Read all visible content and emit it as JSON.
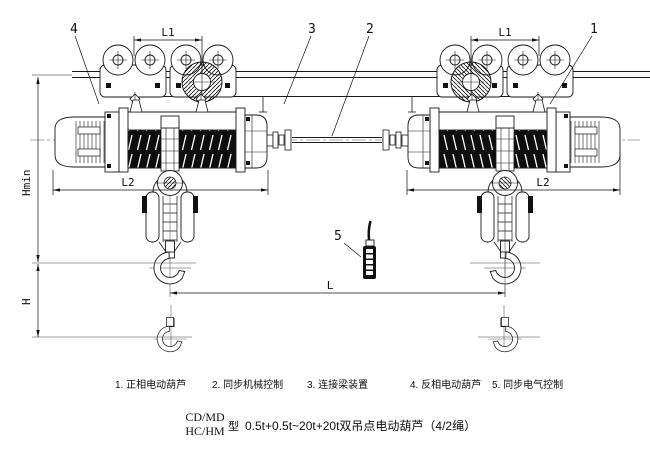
{
  "drawing": {
    "part_callouts": {
      "right_hoist": "1",
      "sync_shaft": "2",
      "connecting_beam": "3",
      "left_hoist": "4",
      "pendant": "5"
    },
    "dimensions": {
      "l1_left": "L1",
      "l1_right": "L1",
      "l2_left": "L2",
      "l2_right": "L2",
      "span": "L",
      "lift": "H",
      "headroom": "Hmin"
    }
  },
  "legend": {
    "items": [
      "1. 正相电动葫芦",
      "2. 同步机械控制",
      "3. 连接梁装置",
      "4. 反相电动葫芦",
      "5. 同步电气控制"
    ]
  },
  "title_block": {
    "model_top": "CD/MD",
    "model_bottom": "HC/HM",
    "type_label": "型",
    "description": "0.5t+0.5t~20t+20t双吊点电动葫芦（4/2绳）"
  },
  "colors": {
    "ink": "#1a1a1a",
    "paper": "#ffffff"
  }
}
